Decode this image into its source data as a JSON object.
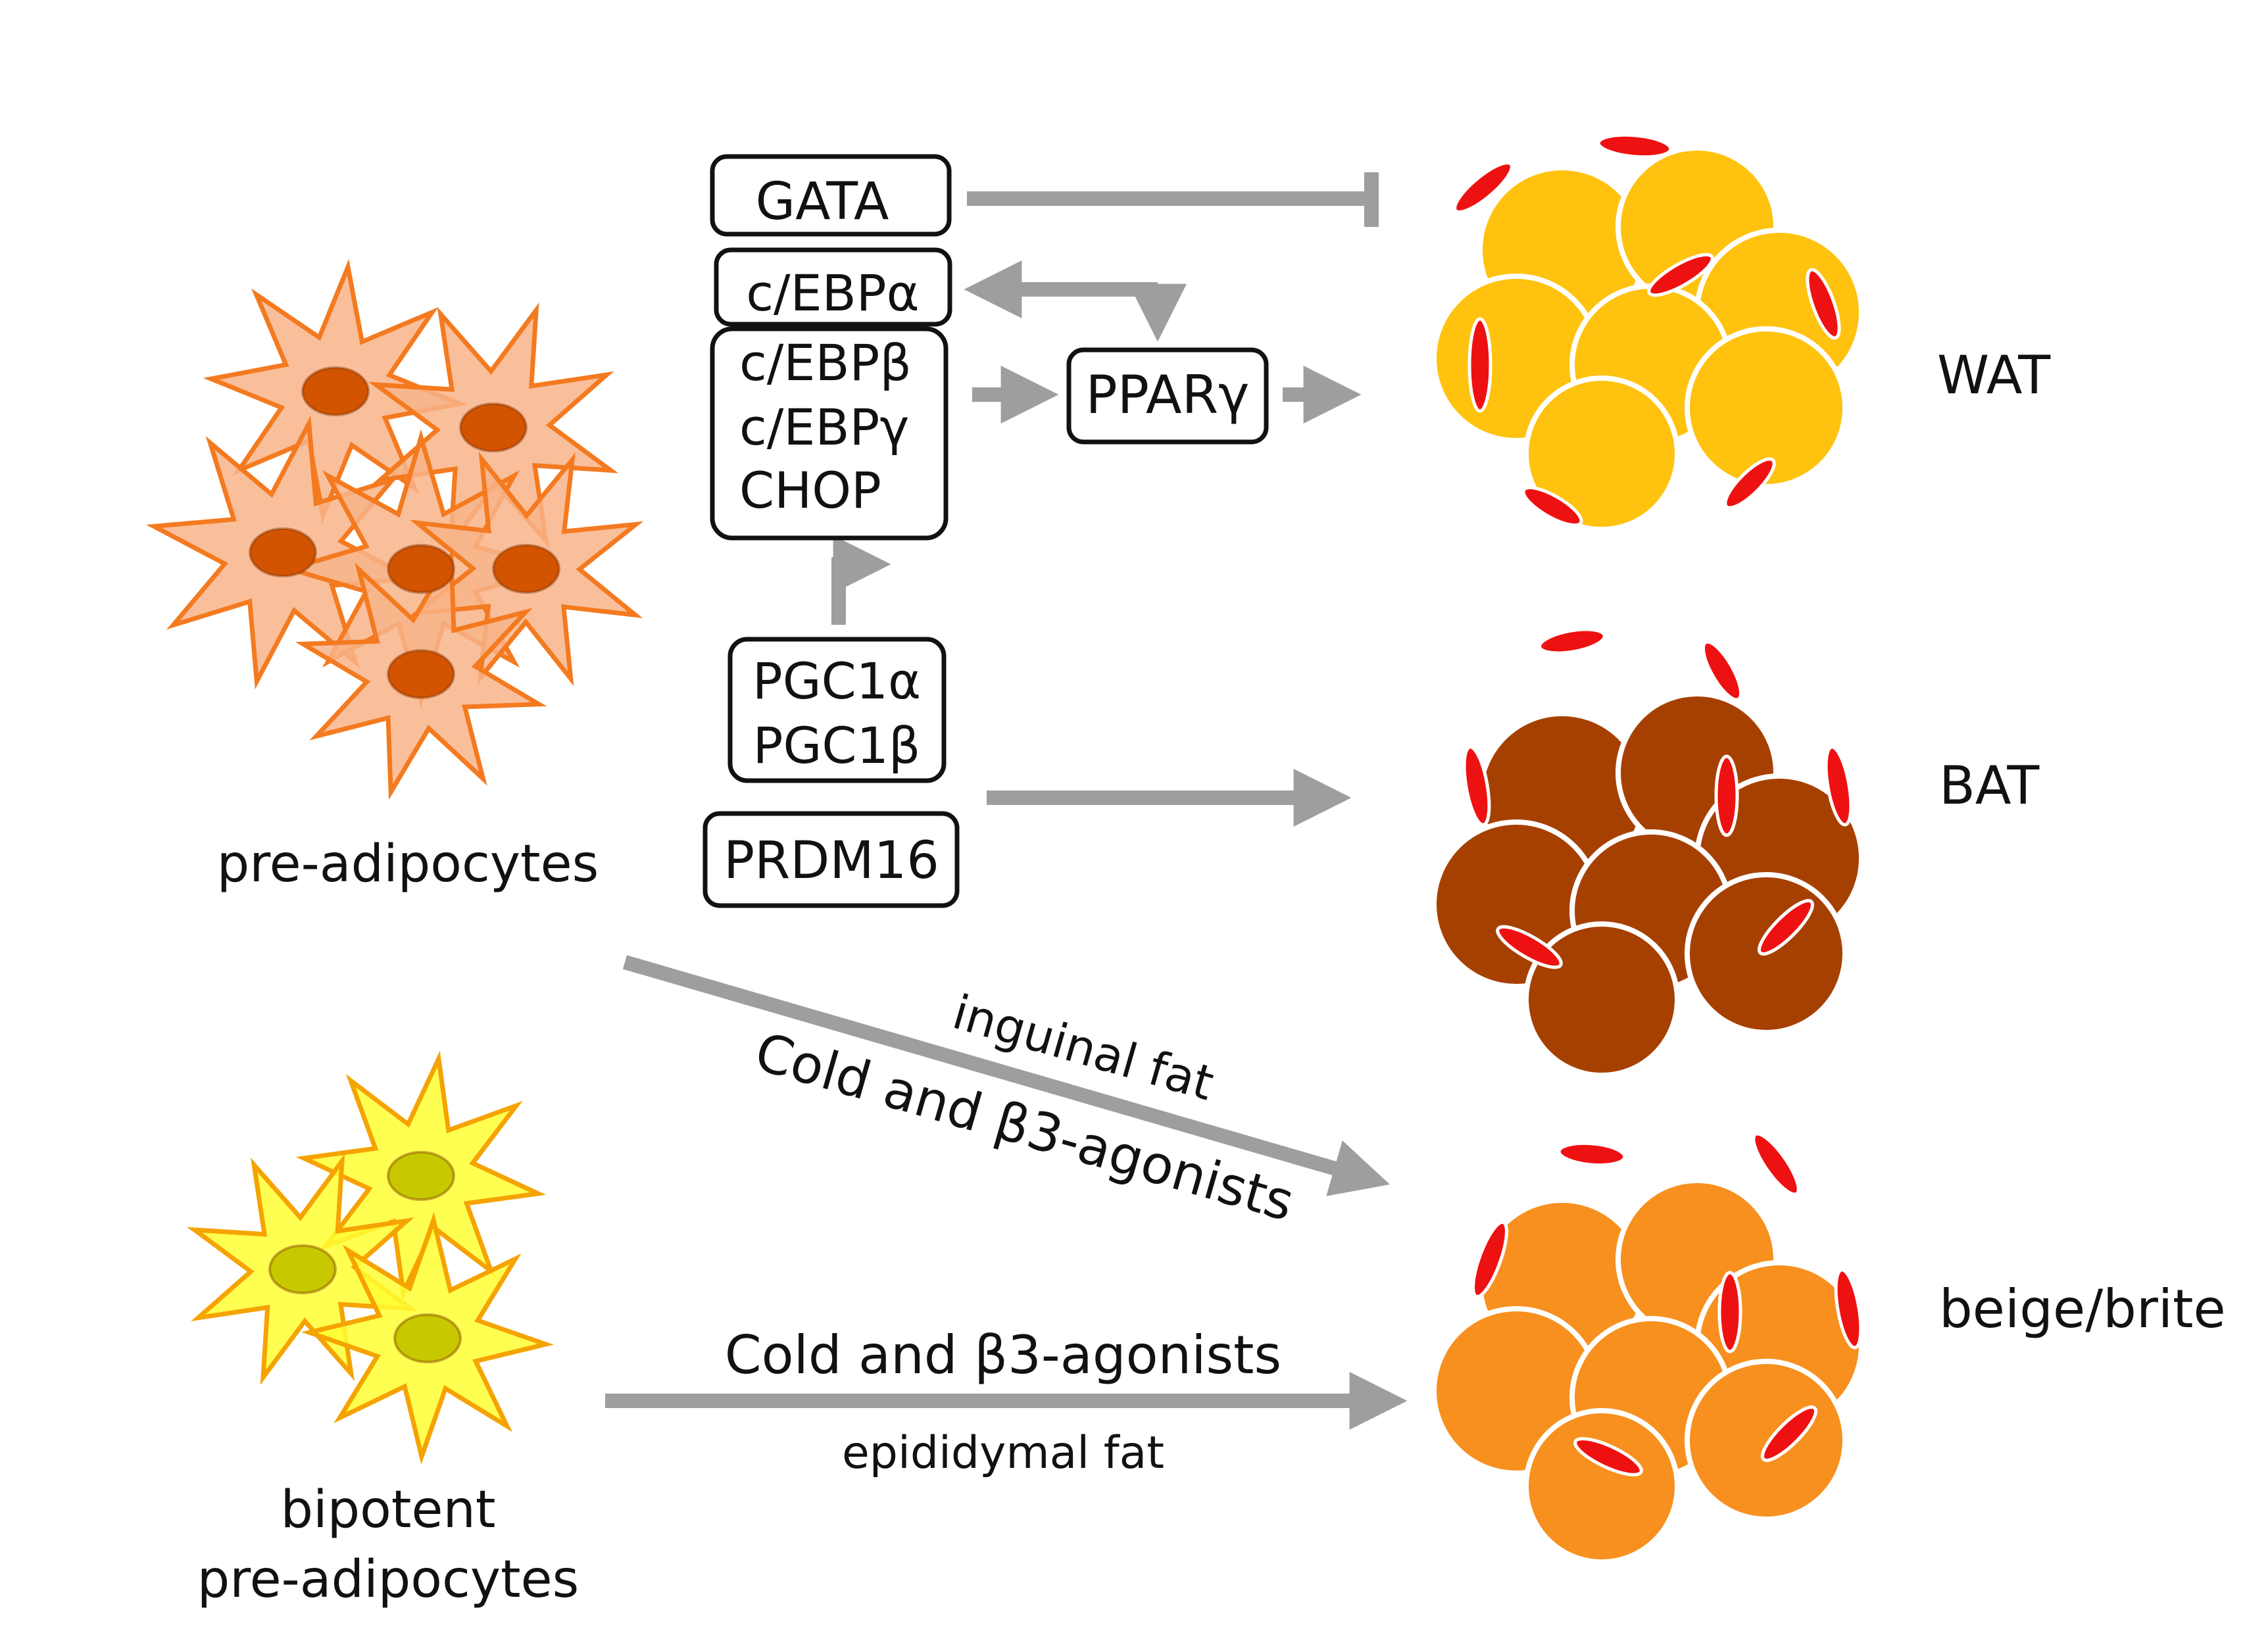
{
  "boxes": {
    "gata": "GATA",
    "cebpa": "c/EBPα",
    "cebp_group": [
      "c/EBPβ",
      "c/EBPγ",
      "CHOP"
    ],
    "ppar": "PPARγ",
    "pgc1": [
      "PGC1α",
      "PGC1β"
    ],
    "prdm16": "PRDM16"
  },
  "cells": {
    "pre_adipocytes": "pre-adipocytes",
    "bipotent": [
      "bipotent",
      "pre-adipocytes"
    ]
  },
  "tissues": {
    "wat": "WAT",
    "bat": "BAT",
    "beige": "beige/brite"
  },
  "arrows": {
    "inguinal": "inguinal fat",
    "cold_diag": "Cold and β3-agonists",
    "cold_bottom": "Cold and β3-agonists",
    "epididymal": "epididymal fat"
  },
  "colors": {
    "arrow": "#9e9e9e",
    "pre_star_fill": "#f8b48a",
    "pre_star_stroke": "#f47a20",
    "pre_nucleus": "#d35400",
    "bip_star_fill": "#ffff33",
    "bip_star_stroke": "#f5a300",
    "bip_nucleus": "#c8c800",
    "wat": "#ffc20e",
    "bat": "#a64000",
    "beige": "#f7901e",
    "lipid_cap": "#ee1111"
  }
}
